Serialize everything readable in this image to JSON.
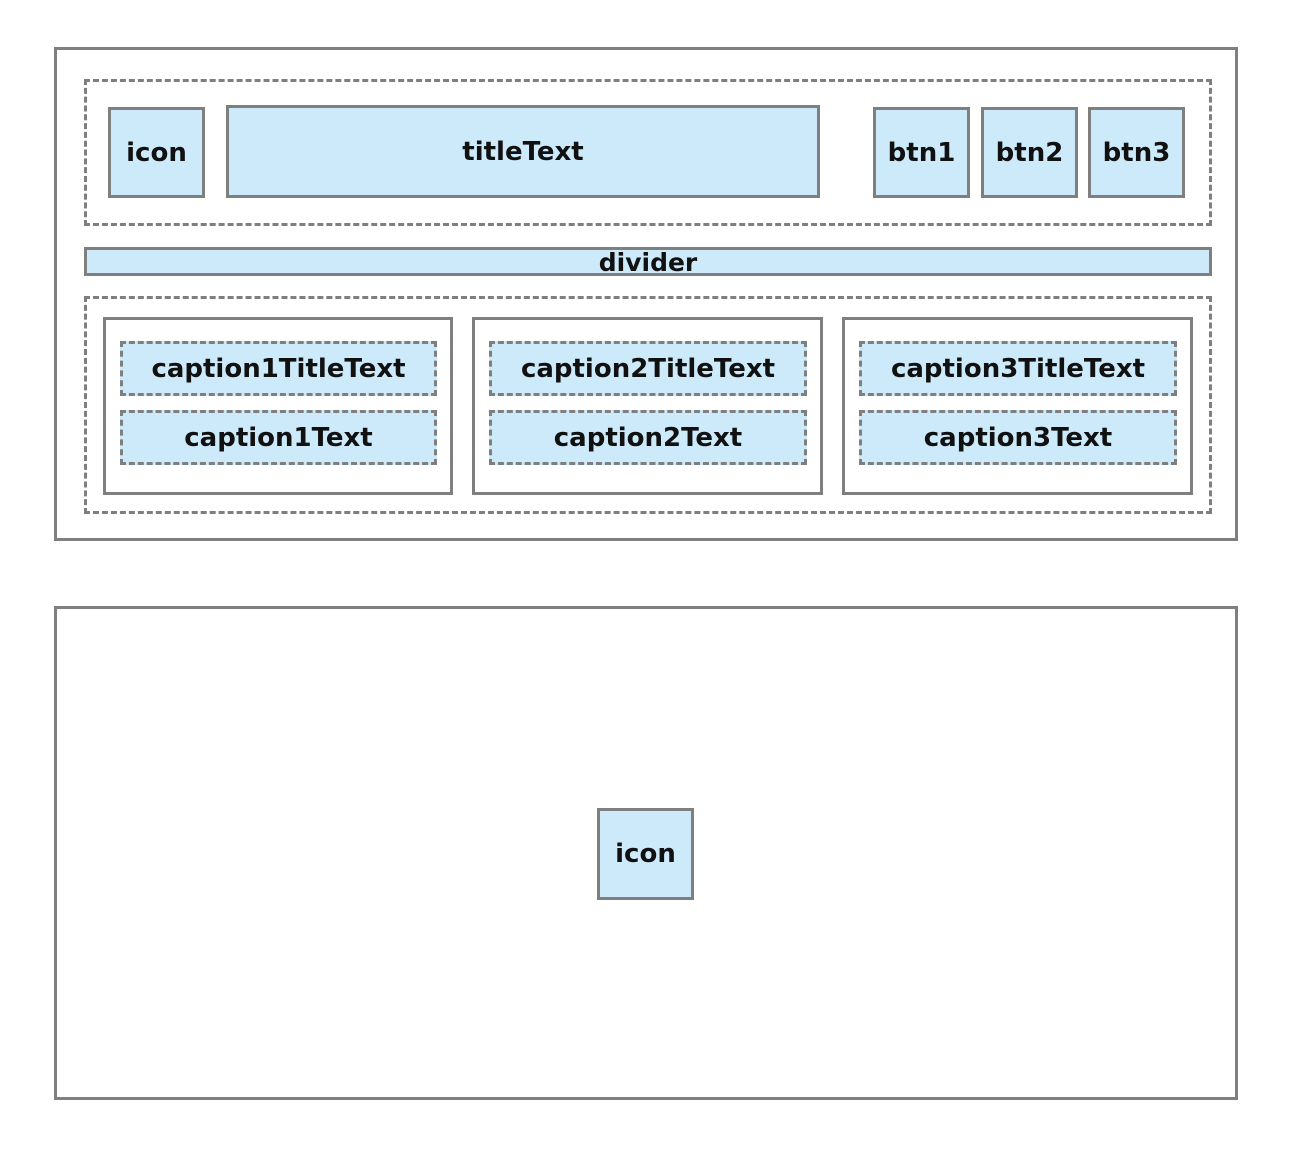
{
  "layout_a": {
    "header": {
      "icon_label": "icon",
      "title_label": "titleText",
      "buttons": [
        "btn1",
        "btn2",
        "btn3"
      ]
    },
    "divider_label": "divider",
    "captions": [
      {
        "title": "caption1TitleText",
        "text": "caption1Text"
      },
      {
        "title": "caption2TitleText",
        "text": "caption2Text"
      },
      {
        "title": "caption3TitleText",
        "text": "caption3Text"
      }
    ]
  },
  "layout_b": {
    "icon_label": "icon"
  },
  "colors": {
    "box_fill": "#cdeafb",
    "border": "#7f7f7f",
    "text": "#111111"
  }
}
